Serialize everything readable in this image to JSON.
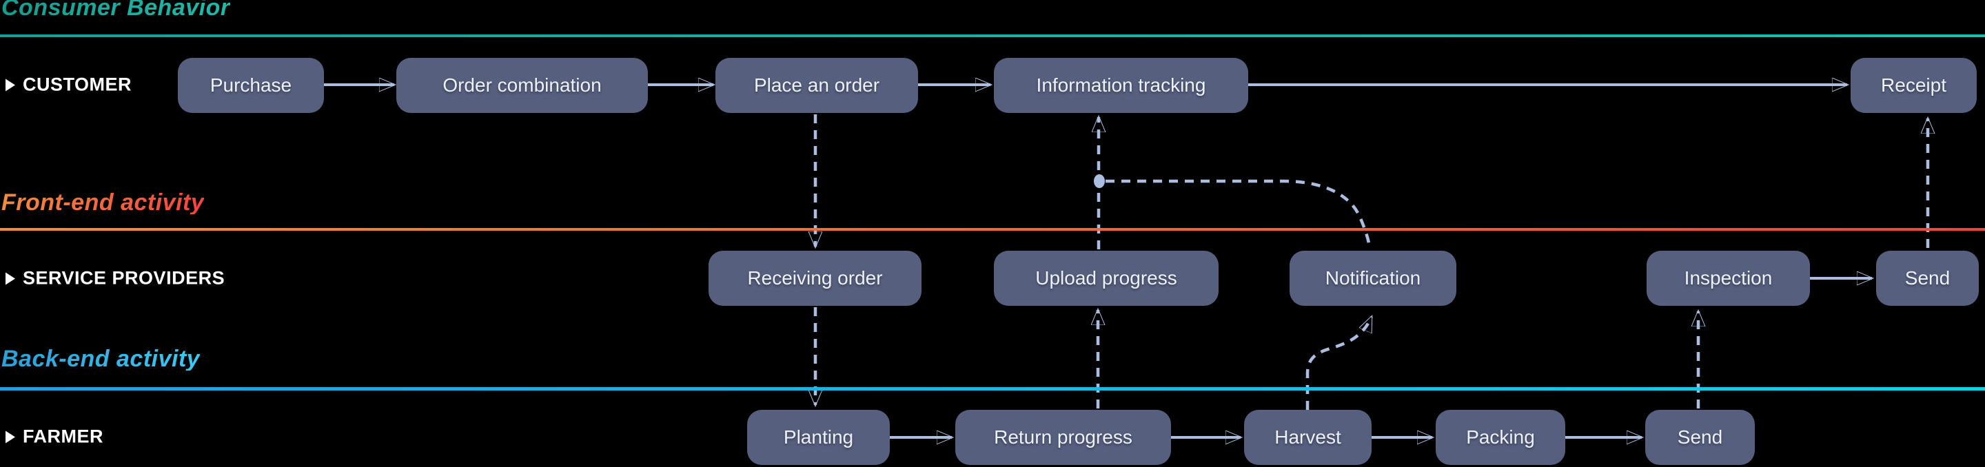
{
  "sections": [
    {
      "title": "Consumer Behavior",
      "color": "#17AB9B"
    },
    {
      "title": "Front-end activity",
      "color_start": "#F28B3F",
      "color_end": "#F4453E"
    },
    {
      "title": "Back-end activity",
      "color_start": "#2C9FD8",
      "color_end": "#3BC9F2"
    }
  ],
  "lanes": [
    {
      "name": "CUSTOMER",
      "nodes": [
        "Purchase",
        "Order combination",
        "Place an order",
        "Information tracking",
        "Receipt"
      ]
    },
    {
      "name": "SERVICE PROVIDERS",
      "nodes": [
        "Receiving order",
        "Upload progress",
        "Notification",
        "Inspection",
        "Send"
      ]
    },
    {
      "name": "FARMER",
      "nodes": [
        "Planting",
        "Return progress",
        "Harvest",
        "Packing",
        "Send"
      ]
    }
  ],
  "connections": [
    {
      "from": "Purchase",
      "to": "Order combination",
      "style": "solid"
    },
    {
      "from": "Order combination",
      "to": "Place an order",
      "style": "solid"
    },
    {
      "from": "Place an order",
      "to": "Information tracking",
      "style": "solid"
    },
    {
      "from": "Information tracking",
      "to": "Receipt",
      "style": "solid"
    },
    {
      "from": "Inspection",
      "to": "Send (service providers)",
      "style": "solid"
    },
    {
      "from": "Planting",
      "to": "Return progress",
      "style": "solid"
    },
    {
      "from": "Return progress",
      "to": "Harvest",
      "style": "solid"
    },
    {
      "from": "Harvest",
      "to": "Packing",
      "style": "solid"
    },
    {
      "from": "Packing",
      "to": "Send (farmer)",
      "style": "solid"
    },
    {
      "from": "Place an order",
      "to": "Receiving order",
      "style": "dashed"
    },
    {
      "from": "Receiving order",
      "to": "Planting",
      "style": "dashed"
    },
    {
      "from": "Return progress",
      "to": "Upload progress",
      "style": "dashed"
    },
    {
      "from": "Upload progress",
      "to": "Information tracking",
      "style": "dashed"
    },
    {
      "from": "Notification",
      "to": "junction on Upload progress–Information tracking line",
      "style": "dashed"
    },
    {
      "from": "Harvest",
      "to": "Notification",
      "style": "dashed"
    },
    {
      "from": "Send (farmer)",
      "to": "Inspection",
      "style": "dashed"
    },
    {
      "from": "Send (service providers)",
      "to": "Receipt",
      "style": "dashed"
    }
  ],
  "colors": {
    "background": "#000000",
    "node_fill": "#565F7E",
    "node_text": "#EEF1F8",
    "lane_label_text": "#FFFFFF",
    "connector": "#ACBEE0",
    "teal_line": [
      "#11A494",
      "#15C3AD"
    ],
    "orange_line": [
      "#F28B3D",
      "#F4423B"
    ],
    "cyan_line": [
      "#219FDA",
      "#12D2DE"
    ]
  }
}
